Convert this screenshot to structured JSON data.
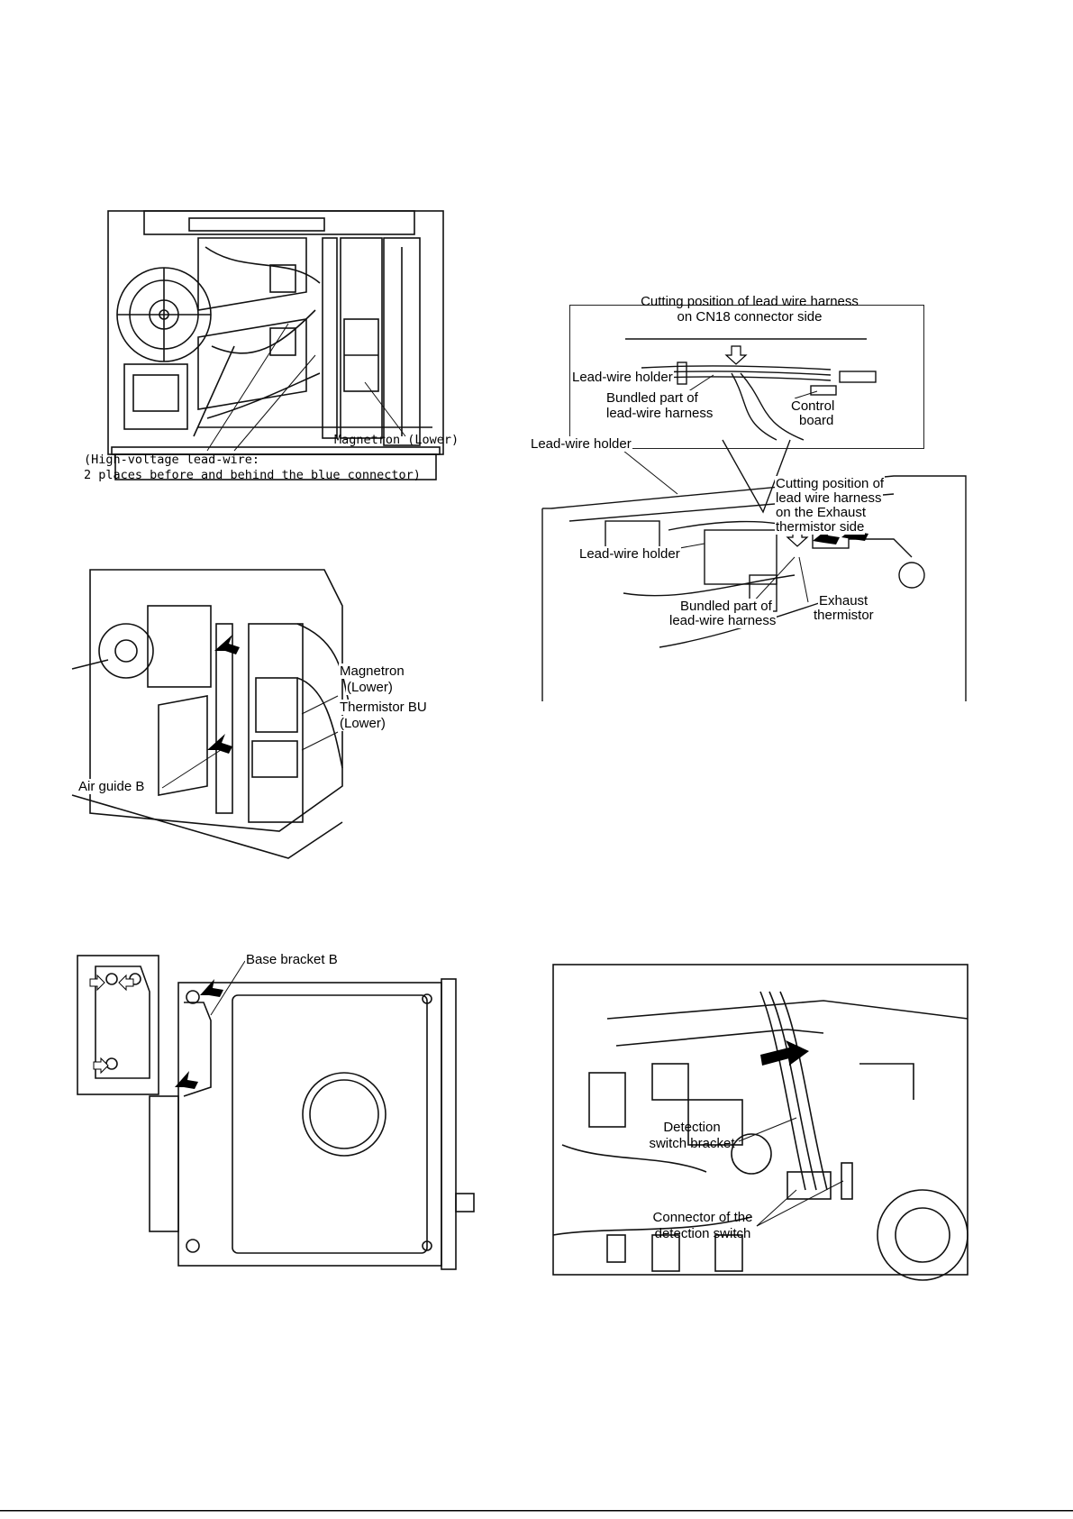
{
  "figure1": {
    "labels": {
      "magnetron": "Magnetron (Lower)",
      "hv_line1": "(High-voltage lead-wire:",
      "hv_line2": "2 places before and behind the blue connector)"
    }
  },
  "figure2": {
    "labels": {
      "magnetron_line1": "Magnetron",
      "magnetron_line2": "(Lower)",
      "thermistor_line1": "Thermistor BU",
      "thermistor_line2": "(Lower)",
      "air_guide": "Air guide B"
    }
  },
  "figure3": {
    "labels": {
      "cut_cn18_line1": "Cutting position of lead wire harness",
      "cut_cn18_line2": "on CN18 connector side",
      "holder_inset": "Lead-wire holder",
      "bundled_inset_line1": "Bundled part of",
      "bundled_inset_line2": "lead-wire harness",
      "control_line1": "Control",
      "control_line2": "board",
      "holder_top": "Lead-wire holder",
      "cut_exhaust_line1": "Cutting position of",
      "cut_exhaust_line2": "lead wire harness",
      "cut_exhaust_line3": "on the Exhaust",
      "cut_exhaust_line4": "thermistor side",
      "holder_mid": "Lead-wire holder",
      "bundled_line1": "Bundled part of",
      "bundled_line2": "lead-wire harness",
      "exhaust_line1": "Exhaust",
      "exhaust_line2": "thermistor"
    }
  },
  "figure4": {
    "labels": {
      "base_bracket": "Base bracket B"
    }
  },
  "figure5": {
    "labels": {
      "detection_line1": "Detection",
      "detection_line2": "switch bracket",
      "connector_line1": "Connector of the",
      "connector_line2": "detection switch"
    }
  },
  "colors": {
    "ink": "#000000",
    "paper": "#ffffff"
  }
}
